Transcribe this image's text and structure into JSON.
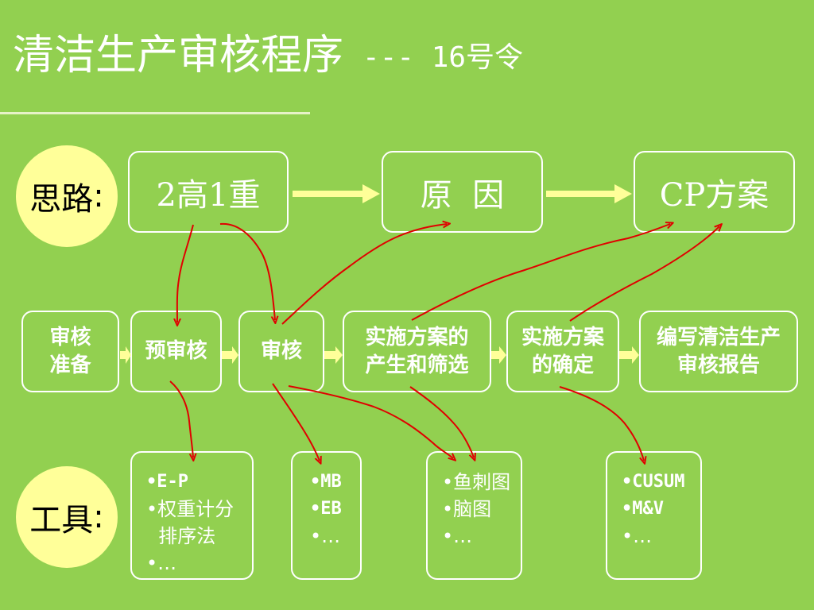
{
  "title": {
    "main": "清洁生产审核程序",
    "suffix": "--- 16号令"
  },
  "thinking": {
    "label": "思路",
    "colon": ":"
  },
  "tools_label": {
    "label": "工具",
    "colon": ":"
  },
  "top_boxes": [
    "2高1重",
    "原  因",
    "CP方案"
  ],
  "steps": [
    {
      "line1": "审核",
      "line2": "准备"
    },
    {
      "line1": "预审核",
      "line2": ""
    },
    {
      "line1": "审核",
      "line2": ""
    },
    {
      "line1": "实施方案的",
      "line2": "产生和筛选"
    },
    {
      "line1": "实施方案",
      "line2": "的确定"
    },
    {
      "line1": "编写清洁生产",
      "line2": "审核报告"
    }
  ],
  "tools": [
    [
      "•E-P",
      "•权重计分",
      "  排序法",
      "•…"
    ],
    [
      "•MB",
      "•EB",
      "•…"
    ],
    [
      "•鱼刺图",
      "•脑图",
      "•…"
    ],
    [
      "•CUSUM",
      "•M&V",
      "•…"
    ]
  ],
  "colors": {
    "background": "#92d050",
    "circle": "#ffff99",
    "flow_arrow": "#ffff99",
    "link_arrow": "#e00000",
    "border": "#ffffff"
  }
}
